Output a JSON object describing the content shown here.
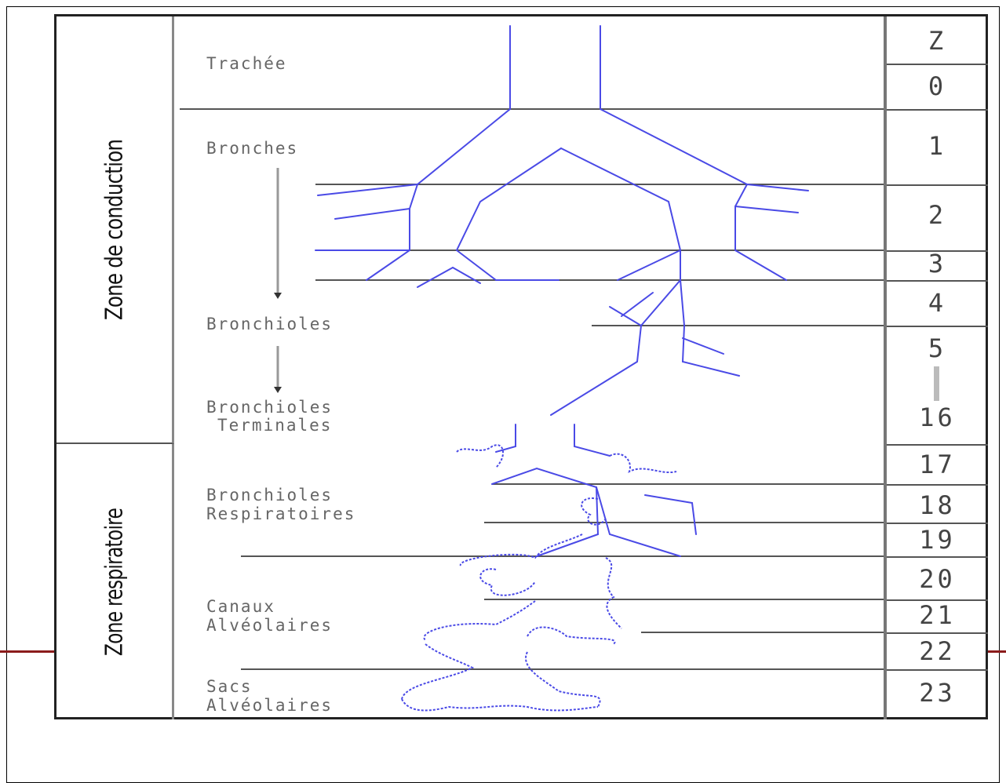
{
  "zones": {
    "conduction": "Zone de conduction",
    "respiratoire": "Zone respiratoire"
  },
  "structures": {
    "trachee": "Trachée",
    "bronches": "Bronches",
    "bronchioles": "Bronchioles",
    "bronchioles_terminales": [
      "Bronchioles",
      "Terminales"
    ],
    "bronchioles_respiratoires": [
      "Bronchioles",
      "Respiratoires"
    ],
    "canaux_alveolaires": [
      "Canaux",
      "Alvéolaires"
    ],
    "sacs_alveolaires": [
      "Sacs",
      "Alvéolaires"
    ]
  },
  "generations": {
    "header": "Z",
    "values": [
      "0",
      "1",
      "2",
      "3",
      "4",
      "5",
      "16",
      "17",
      "18",
      "19",
      "20",
      "21",
      "22",
      "23"
    ]
  },
  "colors": {
    "airway": "#4a4ae6",
    "frame": "#222222",
    "divider": "#555555"
  }
}
